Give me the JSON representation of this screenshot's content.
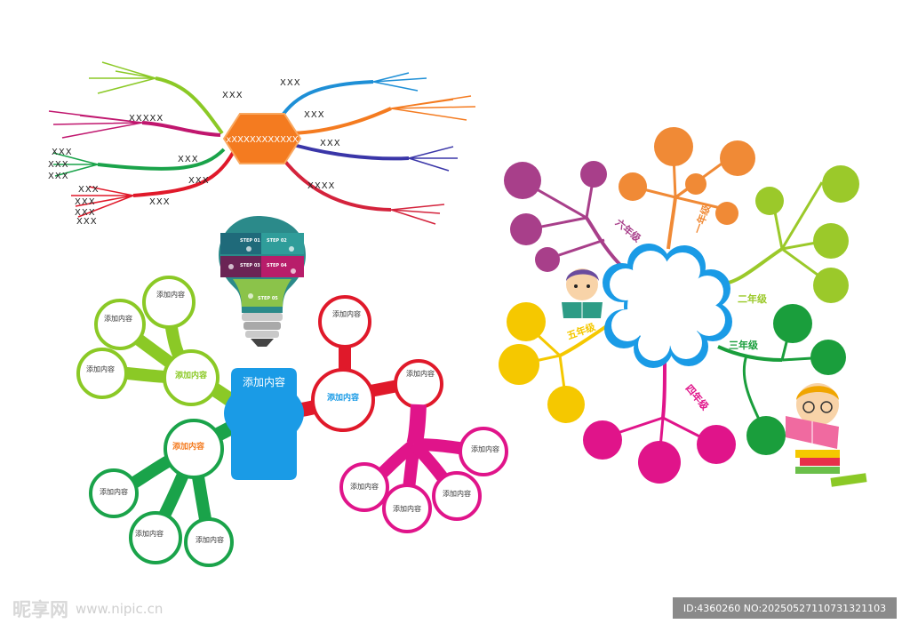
{
  "top_left_map": {
    "center_label": "xXXXXXXXXXXX",
    "branch_labels": [
      "XXX",
      "XXXXX",
      "XXX",
      "XXX",
      "XXX",
      "XXX",
      "XXX",
      "XXX",
      "XXXX"
    ],
    "leaf_labels_green": [
      "XXX",
      "XXX",
      "XXX"
    ],
    "leaf_labels_red": [
      "XXX",
      "XXX",
      "XXX",
      "XXX"
    ]
  },
  "bulb": {
    "steps": [
      "STEP 01",
      "STEP 02",
      "STEP 03",
      "STEP 04",
      "STEP 05"
    ]
  },
  "bottom_map": {
    "center_label": "添加内容",
    "hub_label": "添加内容",
    "leaf_label": "添加内容"
  },
  "grade_map": {
    "grades": [
      "一年级",
      "二年级",
      "三年级",
      "四年级",
      "五年级",
      "六年级"
    ]
  },
  "watermark": {
    "logo_text": "昵享网",
    "url": "www.nipic.cn",
    "id_text": "ID:4360260 NO:20250527110731321103"
  },
  "colors": {
    "hexagon": "#f47b20",
    "center_box": "#1a9be6",
    "green_light": "#8bc926",
    "green_dark": "#1aa34a",
    "red": "#e0192a",
    "magenta": "#e0148a"
  }
}
